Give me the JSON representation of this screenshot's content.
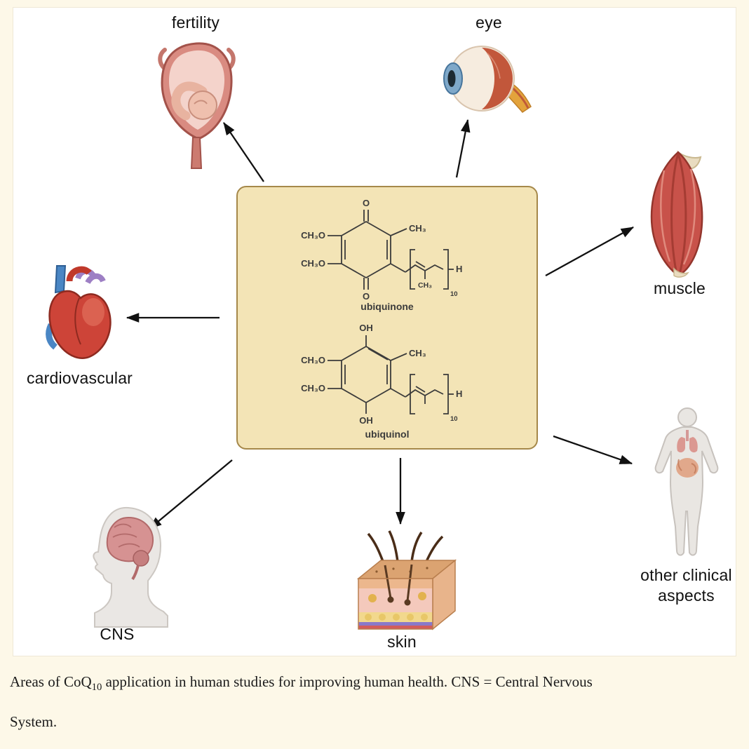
{
  "figure": {
    "labels": {
      "fertility": "fertility",
      "eye": "eye",
      "muscle": "muscle",
      "cardiovascular": "cardiovascular",
      "cns": "CNS",
      "skin": "skin",
      "other_clinical_line1": "other clinical",
      "other_clinical_line2": "aspects"
    },
    "molecules": {
      "ubiquinone": {
        "name": "ubiquinone",
        "o_top": "O",
        "o_bottom": "O",
        "methoxy_top": "CH₃O",
        "methoxy_bottom": "CH₃O",
        "methyl": "CH₃",
        "chain_methyl": "CH₃",
        "chain_h": "H",
        "repeat": "10"
      },
      "ubiquinol": {
        "name": "ubiquinol",
        "oh_top": "OH",
        "oh_bottom": "OH",
        "methoxy_top": "CH₃O",
        "methoxy_bottom": "CH₃O",
        "methyl": "CH₃",
        "chain_h": "H",
        "repeat": "10"
      }
    },
    "colors": {
      "page_background": "#fdf8e8",
      "panel_background": "#ffffff",
      "box_fill": "#f3e4b6",
      "box_border": "#a5884a",
      "arrow": "#111111"
    }
  },
  "caption": {
    "part1": "Areas of CoQ",
    "subscript": "10",
    "part2": " application in human studies for improving human health. CNS = Central Nervous",
    "part3": "System."
  }
}
